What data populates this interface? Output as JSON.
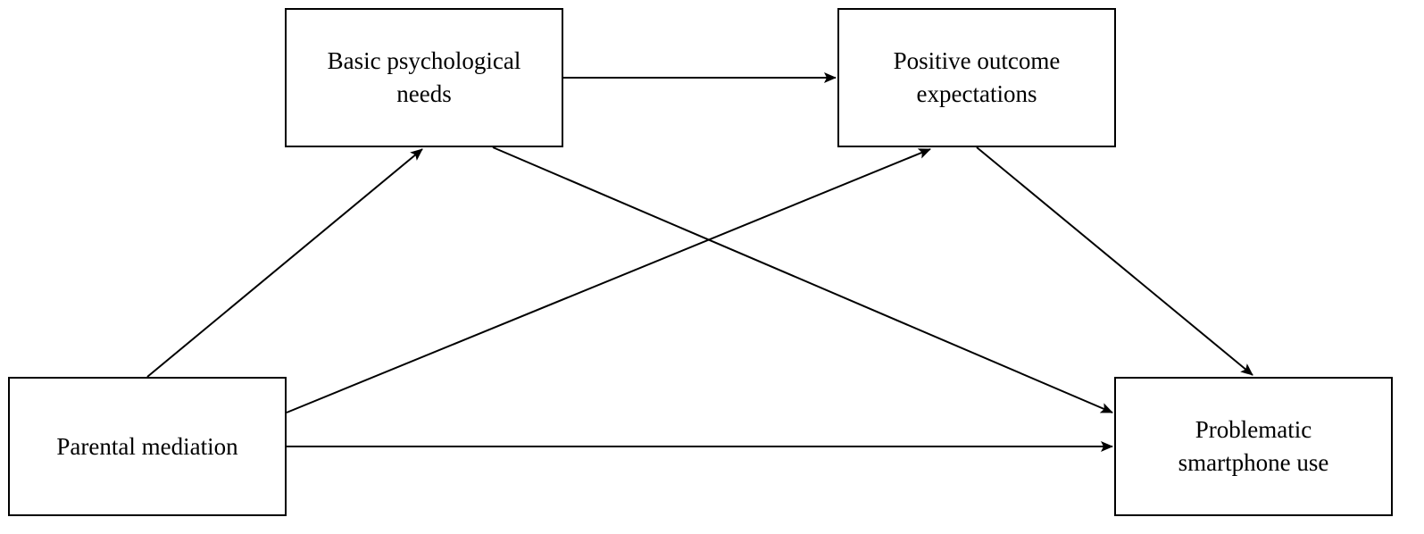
{
  "diagram": {
    "nodes": [
      {
        "id": "basic_needs",
        "label": "Basic psychological\nneeds"
      },
      {
        "id": "positive_outcome",
        "label": "Positive outcome\nexpectations"
      },
      {
        "id": "parental_mediation",
        "label": "Parental mediation"
      },
      {
        "id": "problematic_use",
        "label": "Problematic\nsmartphone use"
      }
    ],
    "edges": [
      {
        "from": "parental_mediation",
        "to": "basic_needs"
      },
      {
        "from": "parental_mediation",
        "to": "positive_outcome"
      },
      {
        "from": "parental_mediation",
        "to": "problematic_use"
      },
      {
        "from": "basic_needs",
        "to": "positive_outcome"
      },
      {
        "from": "basic_needs",
        "to": "problematic_use"
      },
      {
        "from": "positive_outcome",
        "to": "problematic_use"
      }
    ],
    "colors": {
      "stroke": "#000000",
      "background": "#ffffff"
    }
  }
}
